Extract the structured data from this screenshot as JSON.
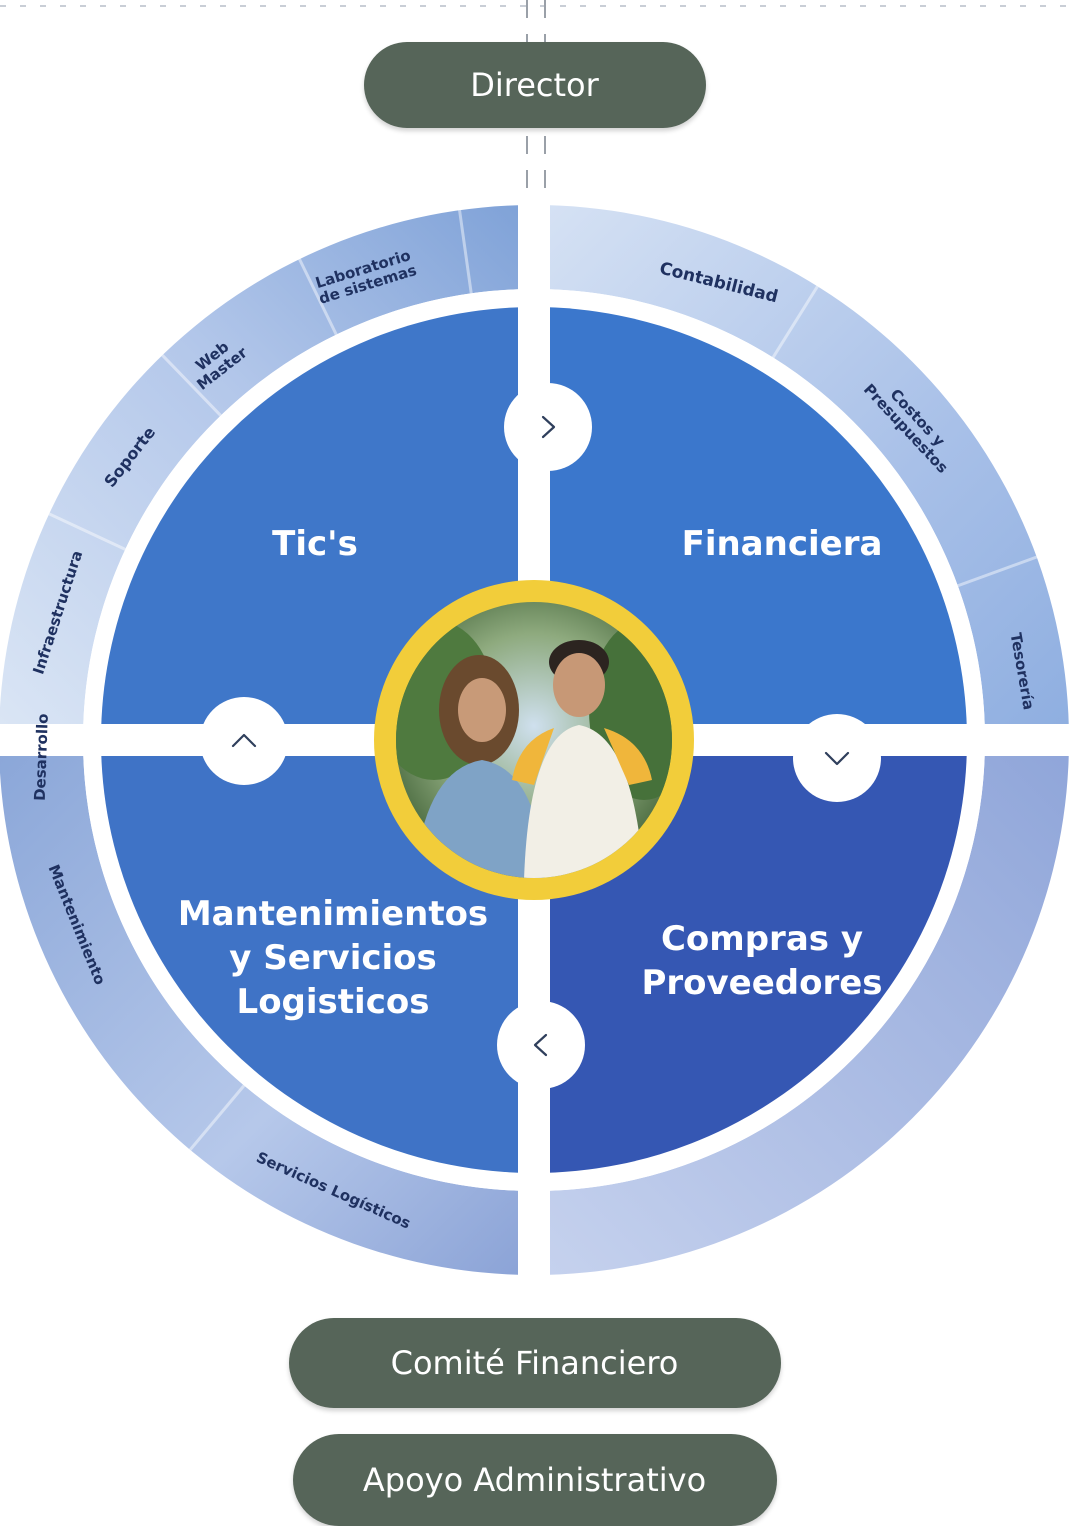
{
  "top_role": "Director",
  "quadrants": [
    {
      "key": "tl",
      "label": "Tic's",
      "color": "#3f77c9"
    },
    {
      "key": "tr",
      "label": "Financiera",
      "color": "#3b77cc"
    },
    {
      "key": "bl",
      "label": [
        "Mantenimientos",
        "y Servicios",
        "Logisticos"
      ],
      "color": "#3f73c6"
    },
    {
      "key": "br",
      "label": [
        "Compras y",
        "Proveedores"
      ],
      "color": "#3557b3"
    }
  ],
  "ring_labels": [
    {
      "text": [
        "Laboratorio",
        "de sistemas"
      ]
    },
    {
      "text": [
        "Web",
        "Master"
      ]
    },
    {
      "text": [
        "Soporte"
      ]
    },
    {
      "text": [
        "Infraestructura"
      ]
    },
    {
      "text": [
        "Desarrollo"
      ]
    },
    {
      "text": [
        "Contabilidad"
      ]
    },
    {
      "text": [
        "Costos y",
        "Presupuestos"
      ]
    },
    {
      "text": [
        "Tesorería"
      ]
    },
    {
      "text": [
        "Mantenimiento"
      ]
    },
    {
      "text": [
        "Servicios Logísticos"
      ]
    }
  ],
  "nav_icons": [
    "chevron-right-icon",
    "chevron-down-icon",
    "chevron-left-icon",
    "chevron-up-icon"
  ],
  "center_photo": "photo of two smiling students",
  "bottom_roles": {
    "committee": "Comité Financiero",
    "support": "Apoyo Administrativo"
  },
  "colors": {
    "pill": "#566559",
    "ring_outer": "#b9cbea",
    "ring_accent": "#7f99cd",
    "photo_border": "#f4cf3b"
  }
}
